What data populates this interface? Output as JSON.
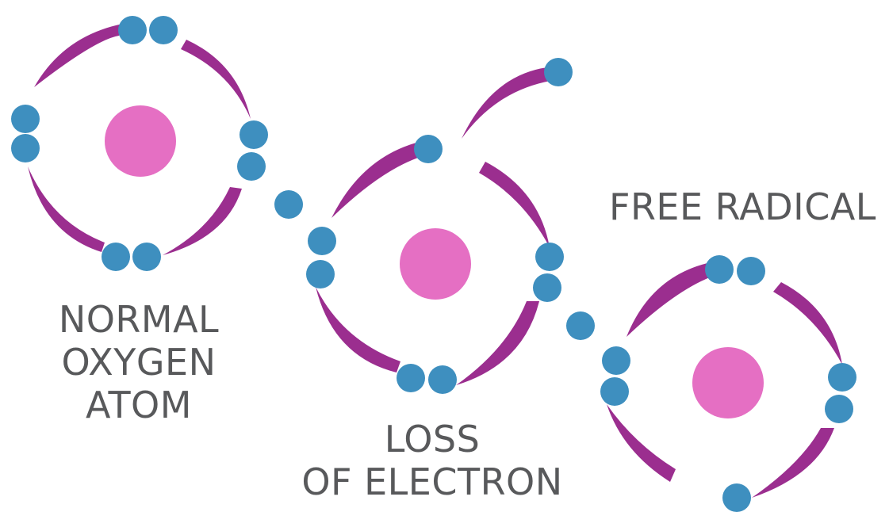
{
  "labels": {
    "normal_oxygen_atom": [
      "NORMAL",
      "OXYGEN",
      "ATOM"
    ],
    "loss_of_electron": [
      "LOSS",
      "OF ELECTRON"
    ],
    "free_radical": "FREE RADICAL"
  },
  "colors": {
    "nucleus": "#e56fc3",
    "orbit": "#9b2e8f",
    "electron": "#3e8fbf",
    "text": "#58595b",
    "background": "#ffffff"
  },
  "atoms": [
    {
      "name": "normal-oxygen-atom",
      "electron_count": 8
    },
    {
      "name": "atom-losing-electron",
      "electron_count": 7
    },
    {
      "name": "free-radical-atom",
      "electron_count": 7
    }
  ],
  "free_electrons": [
    {
      "name": "lost-electron"
    },
    {
      "name": "bridge-electron-1"
    },
    {
      "name": "bridge-electron-2"
    }
  ]
}
